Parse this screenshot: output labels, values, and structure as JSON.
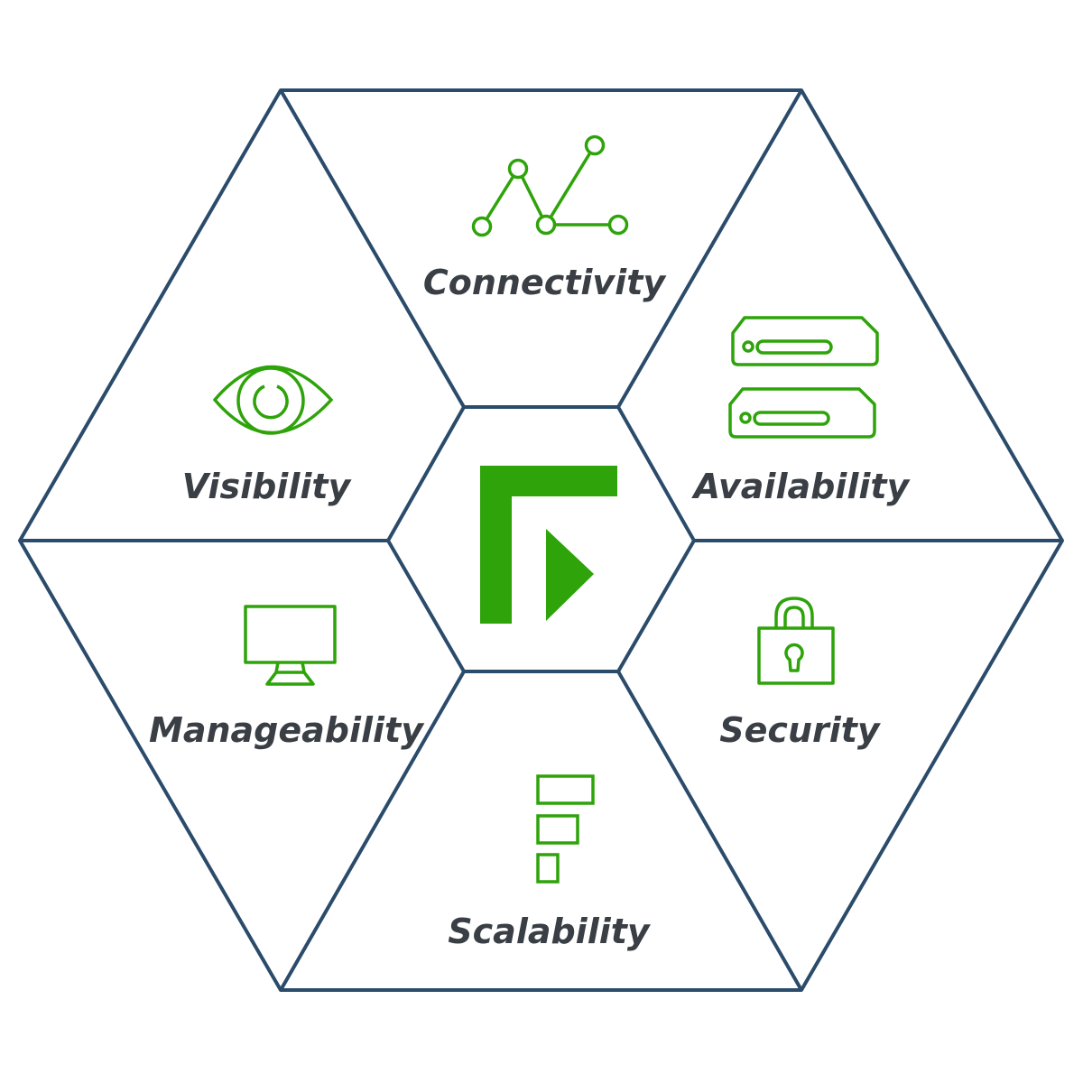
{
  "diagram": {
    "colors": {
      "outline": "#2b4b6b",
      "accent": "#2ea30a",
      "label": "#3a3f45",
      "background": "#ffffff"
    },
    "center": {
      "icon": "forescout-logo-icon"
    },
    "segments": [
      {
        "id": "connectivity",
        "label": "Connectivity",
        "icon": "network-nodes-icon"
      },
      {
        "id": "availability",
        "label": "Availability",
        "icon": "server-stack-icon"
      },
      {
        "id": "security",
        "label": "Security",
        "icon": "padlock-icon"
      },
      {
        "id": "scalability",
        "label": "Scalability",
        "icon": "stacked-bars-icon"
      },
      {
        "id": "manageability",
        "label": "Manageability",
        "icon": "monitor-icon"
      },
      {
        "id": "visibility",
        "label": "Visibility",
        "icon": "eye-icon"
      }
    ]
  }
}
